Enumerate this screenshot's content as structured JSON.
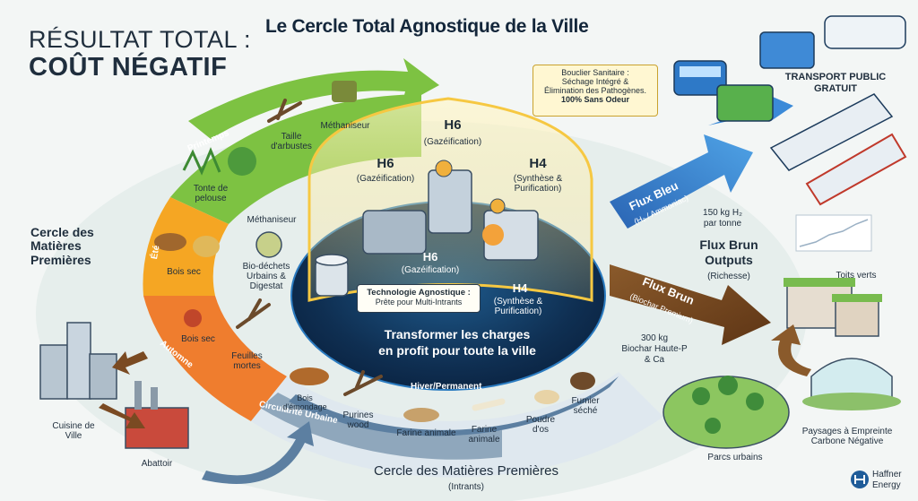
{
  "header": {
    "title": "Le Cercle Total Agnostique de la Ville",
    "result_line1": "RÉSULTAT TOTAL :",
    "result_line2": "COÛT NÉGATIF"
  },
  "seasons": {
    "spring": "Printemps",
    "summer": "Été",
    "autumn": "Automne",
    "winter": "Hiver/Permanent",
    "urban": "Circularité Urbaine"
  },
  "inputs": {
    "methaniseur_top": "Méthaniseur",
    "taille": "Taille d'arbustes",
    "tonte": "Tonte de pelouse",
    "methaniseur_mid": "Méthaniseur",
    "biodechets": "Bio-déchets Urbains & Digestat",
    "bois_sec_summer": "Bois sec",
    "bois_sec_autumn": "Bois sec",
    "feuilles": "Feuilles mortes",
    "bois_emondage": "Bois d'émondage",
    "purines": "Purines wood",
    "farine1": "Farine animale",
    "farine2": "Farine animale",
    "poudre": "Poudre d'os",
    "fumier": "Fumier séché",
    "cuisine": "Cuisine de Ville",
    "abattoir": "Abattoir"
  },
  "left_cercle": "Cercle des Matières Premières",
  "bottom": {
    "title": "Cercle des Matières Premières",
    "sub": "(Intrants)"
  },
  "center": {
    "h6_top": "H6",
    "h6_top_sub": "(Gazéification)",
    "h6_left": "H6",
    "h6_left_sub": "(Gazéification)",
    "h4_right": "H4",
    "h4_right_sub": "(Synthèse & Purification)",
    "h6_mid": "H6",
    "h6_mid_sub": "(Gazéification)",
    "h4_mid": "H4",
    "h4_mid_sub": "(Synthèse & Purification)",
    "tech_title": "Technologie Agnostique :",
    "tech_sub": "Prête pour Multi-Intrants",
    "transform_line1": "Transformer les charges",
    "transform_line2": "en profit pour toute la ville"
  },
  "bouclier": {
    "line1": "Bouclier Sanitaire :",
    "line2": "Séchage Intégré &",
    "line3": "Élimination des Pathogènes.",
    "line4": "100% Sans Odeur"
  },
  "outputs": {
    "transport_line1": "TRANSPORT PUBLIC",
    "transport_line2": "GRATUIT",
    "flux_bleu": "Flux Bleu",
    "flux_bleu_sub": "(H₂ / Ammoniac)",
    "kg_h2_line1": "150 kg H₂",
    "kg_h2_line2": "par tonne",
    "flux_brun_outputs_line1": "Flux Brun",
    "flux_brun_outputs_line2": "Outputs",
    "richesse": "(Richesse)",
    "flux_brun": "Flux Brun",
    "flux_brun_sub": "(Biochar Premium)",
    "biochar_line1": "300 kg",
    "biochar_line2": "Biochar Haute-P",
    "biochar_line3": "& Ca",
    "toits": "Toits verts",
    "paysages": "Paysages à Empreinte Carbone Négative",
    "parcs": "Parcs urbains"
  },
  "logo": {
    "line1": "Haffner",
    "line2": "Energy"
  },
  "colors": {
    "spring": "#7dc242",
    "summer": "#f5a623",
    "autumn": "#ef7d2e",
    "winter": "#a9bfd3",
    "blue_flow": "#2f6fbf",
    "brown_flow": "#7a4a22",
    "core": "#123a63"
  }
}
